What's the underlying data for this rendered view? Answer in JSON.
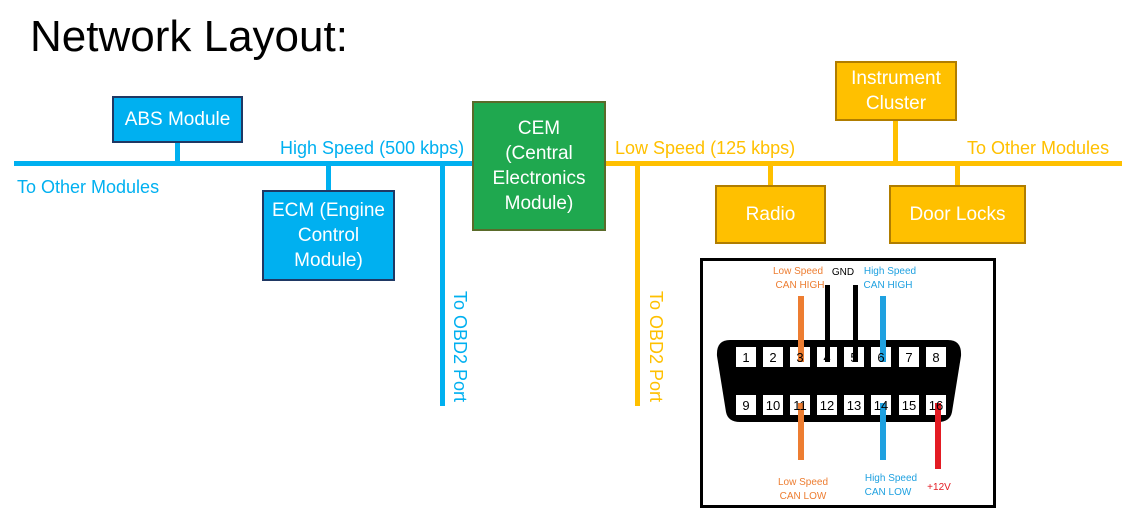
{
  "title": "Network Layout:",
  "high_speed_bus": {
    "label": "High Speed (500 kbps)",
    "left_label": "To Other Modules",
    "obd_label": "To OBD2 Port",
    "color": "#00b0f0"
  },
  "low_speed_bus": {
    "label": "Low Speed (125 kbps)",
    "right_label": "To Other Modules",
    "obd_label": "To OBD2 Port",
    "color": "#ffc000"
  },
  "modules": {
    "abs": "ABS Module",
    "ecm": "ECM (Engine\nControl\nModule)",
    "cem": "CEM\n(Central\nElectronics\nModule)",
    "instrument_cluster": "Instrument\nCluster",
    "radio": "Radio",
    "door_locks": "Door Locks"
  },
  "obd_connector": {
    "top_row_pins": [
      "1",
      "2",
      "3",
      "4",
      "5",
      "6",
      "7",
      "8"
    ],
    "bottom_row_pins": [
      "9",
      "10",
      "11",
      "12",
      "13",
      "14",
      "15",
      "16"
    ],
    "labels": {
      "low_can_high_line1": "Low Speed",
      "low_can_high_line2": "CAN HIGH",
      "gnd": "GND",
      "high_can_high_line1": "High Speed",
      "high_can_high_line2": "CAN HIGH",
      "low_can_low_line1": "Low Speed",
      "low_can_low_line2": "CAN LOW",
      "high_can_low_line1": "High Speed",
      "high_can_low_line2": "CAN LOW",
      "power": "+12V"
    },
    "colors": {
      "low_speed": "#ed7d31",
      "high_speed": "#1fa1e0",
      "gnd": "#000000",
      "power": "#e31b23"
    }
  }
}
